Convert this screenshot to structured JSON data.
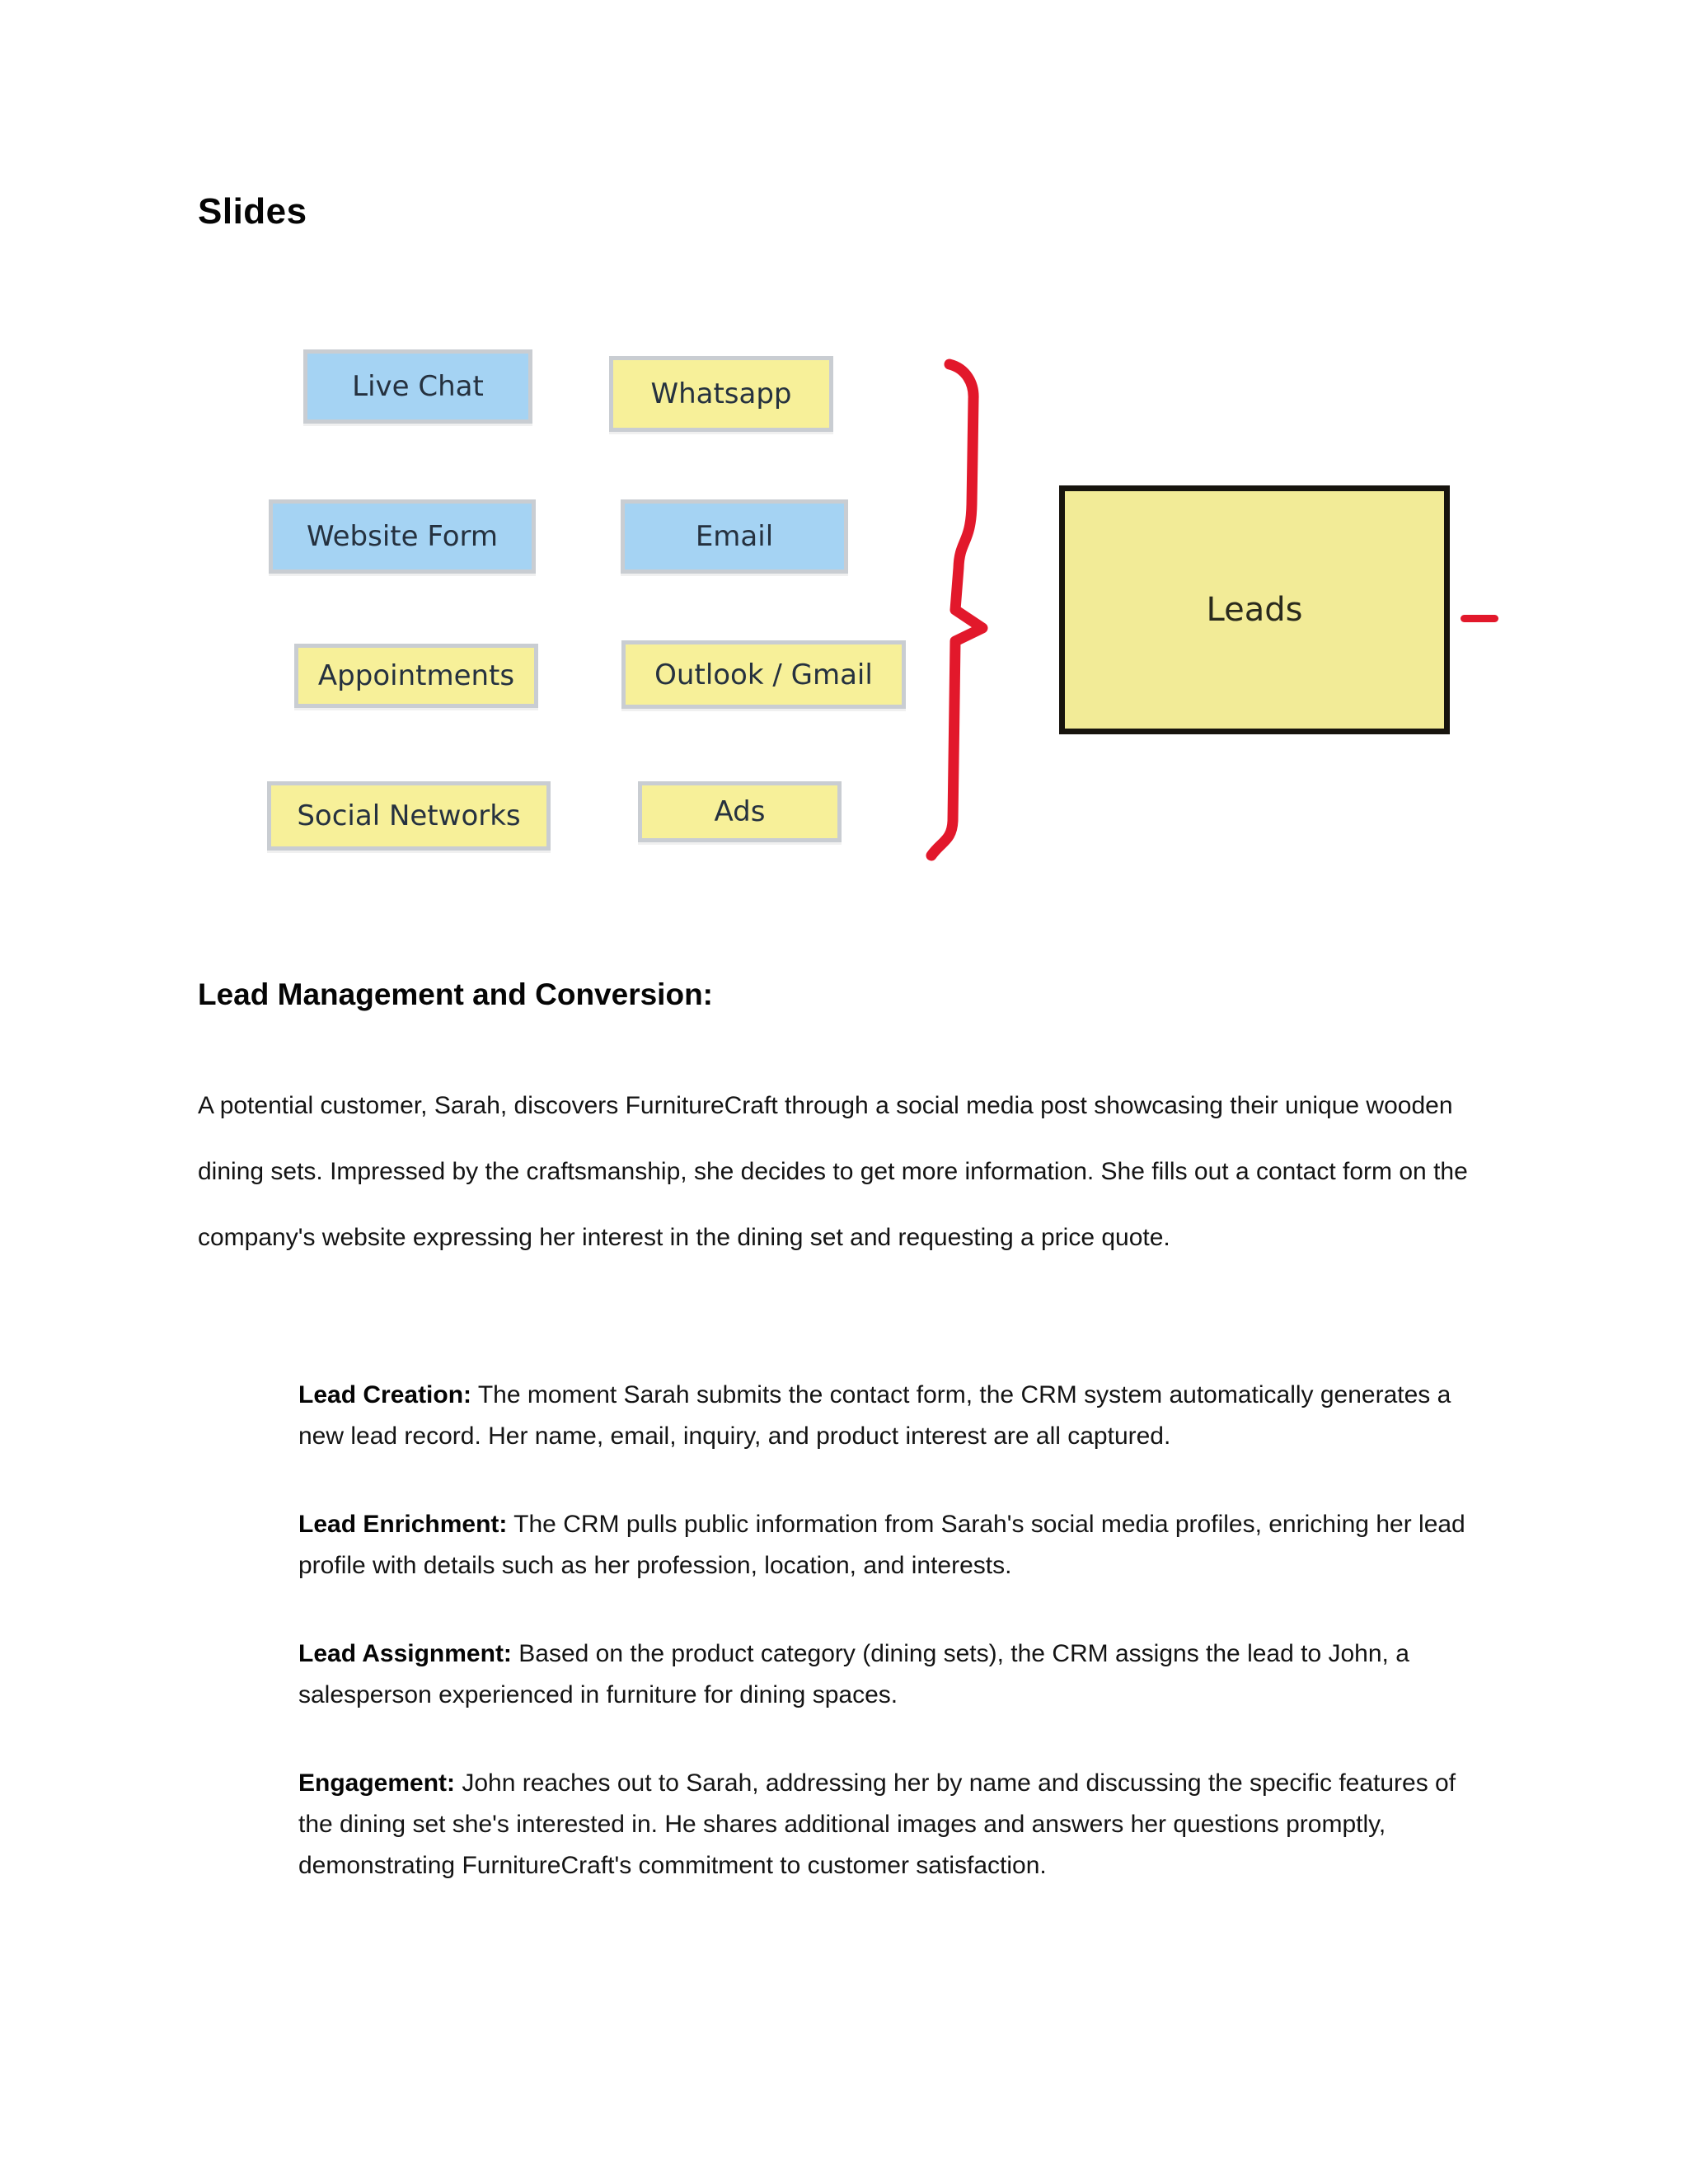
{
  "page": {
    "title": "Slides",
    "section_heading": "Lead Management and Conversion:",
    "intro_paragraph": "A potential customer, Sarah, discovers FurnitureCraft through a social media post showcasing their unique wooden dining sets. Impressed by the craftsmanship, she decides to get more information. She fills out a contact form on the company's website expressing her interest in the dining set and requesting a price quote."
  },
  "diagram": {
    "stickies": [
      {
        "id": "live-chat",
        "label": "Live Chat",
        "fill": "blue"
      },
      {
        "id": "whatsapp",
        "label": "Whatsapp",
        "fill": "yellow"
      },
      {
        "id": "website-form",
        "label": "Website Form",
        "fill": "blue"
      },
      {
        "id": "email",
        "label": "Email",
        "fill": "blue"
      },
      {
        "id": "appointments",
        "label": "Appointments",
        "fill": "yellow"
      },
      {
        "id": "outlook-gmail",
        "label": "Outlook / Gmail",
        "fill": "yellow"
      },
      {
        "id": "social-networks",
        "label": "Social Networks",
        "fill": "yellow"
      },
      {
        "id": "ads",
        "label": "Ads",
        "fill": "yellow"
      }
    ],
    "leads_label": "Leads",
    "colors": {
      "blue": "#A5D3F3",
      "yellow": "#F7F099",
      "leads_fill": "#F2EB97",
      "sticky_border": "#C9CDD2",
      "leads_border": "#17140E",
      "accent_red": "#E2182B"
    }
  },
  "lead_steps": [
    {
      "label": "Lead Creation:",
      "text": " The moment Sarah submits the contact form, the CRM system automatically generates a new lead record. Her name, email, inquiry, and product interest are all captured."
    },
    {
      "label": "Lead Enrichment:",
      "text": " The CRM pulls public information from Sarah's social media profiles, enriching her lead profile with details such as her profession, location, and interests."
    },
    {
      "label": "Lead Assignment:",
      "text": " Based on the product category (dining sets), the CRM assigns the lead to John, a salesperson experienced in furniture for dining spaces."
    },
    {
      "label": "Engagement:",
      "text": " John reaches out to Sarah, addressing her by name and discussing the specific features of the dining set she's interested in. He shares additional images and answers her questions promptly, demonstrating FurnitureCraft's commitment to customer satisfaction."
    }
  ]
}
